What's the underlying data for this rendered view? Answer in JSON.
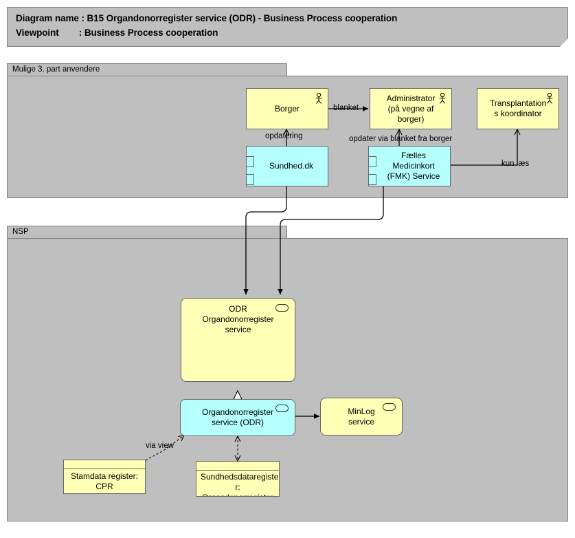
{
  "header": {
    "line1_label": "Diagram name :",
    "line1_value": "B15 Organdonorregister service (ODR) - Business Process cooperation",
    "line2_label": "Viewpoint",
    "line2_value": ": Business Process cooperation",
    "line1_full": "Diagram name : B15 Organdonorregister service (ODR) - Business Process cooperation",
    "line2_full": "Viewpoint        : Business Process cooperation"
  },
  "colors": {
    "banner_bg": "#bfbfbf",
    "group_bg": "#bfbfbf",
    "group_border": "#808080",
    "node_border": "#666666",
    "yellow": "#ffffb5",
    "cyan": "#b5ffff",
    "line": "#000000",
    "page_bg": "#ffffff"
  },
  "groups": [
    {
      "id": "third-party",
      "label": "Mulige 3. part anvendere"
    },
    {
      "id": "nsp",
      "label": "NSP"
    }
  ],
  "nodes": [
    {
      "id": "borger",
      "label": "Borger",
      "type": "business-actor",
      "fill": "yellow",
      "icon": "actor-icon"
    },
    {
      "id": "administrator",
      "label": "Administrator (på vegne af borger)",
      "type": "business-actor",
      "fill": "yellow",
      "icon": "actor-icon",
      "lines": [
        "Administrator",
        "(på vegne af",
        "borger)"
      ]
    },
    {
      "id": "transplantation-koordinator",
      "label": "Transplantations koordinator",
      "type": "business-actor",
      "fill": "yellow",
      "icon": "actor-icon",
      "lines": [
        "Transplantation",
        "s koordinator"
      ]
    },
    {
      "id": "sundhed-dk",
      "label": "Sundhed.dk",
      "type": "application-component",
      "fill": "cyan",
      "icon": "component-icon"
    },
    {
      "id": "fmk-service",
      "label": "Fælles Medicinkort (FMK) Service",
      "type": "application-component",
      "fill": "cyan",
      "icon": "component-icon",
      "lines": [
        "Fælles",
        "Medicinkort",
        "(FMK) Service"
      ]
    },
    {
      "id": "odr-service",
      "label": "ODR Organdonorregister service",
      "type": "business-service",
      "fill": "yellow",
      "icon": "service-icon",
      "lines": [
        "ODR",
        "Organdonorregister",
        "service"
      ]
    },
    {
      "id": "odr-app-service",
      "label": "Organdonorregister service (ODR)",
      "type": "application-service",
      "fill": "cyan",
      "icon": "service-icon",
      "lines": [
        "Organdonorregister",
        "service (ODR)"
      ]
    },
    {
      "id": "minlog-service",
      "label": "MinLog service",
      "type": "application-service",
      "fill": "yellow",
      "icon": "service-icon",
      "lines": [
        "MinLog",
        "service"
      ]
    },
    {
      "id": "stamdata-cpr",
      "label": "Stamdata register: CPR",
      "type": "data-object",
      "fill": "yellow",
      "icon": "none",
      "lines": [
        "Stamdata register:",
        "CPR"
      ]
    },
    {
      "id": "sundhedsdataregister-odr",
      "label": "Sundhedsdataregister: Organdonorregister",
      "type": "data-object",
      "fill": "yellow",
      "icon": "none",
      "lines": [
        "Sundhedsdataregiste",
        "r:",
        "Organdonorregister"
      ]
    }
  ],
  "edges": [
    {
      "id": "blanket",
      "from": "borger",
      "to": "administrator",
      "label": "blanket",
      "style": "solid-arrow"
    },
    {
      "id": "opdatering",
      "from": "sundhed-dk",
      "to": "borger",
      "label": "opdatering",
      "style": "solid-arrow"
    },
    {
      "id": "opdater-blanket",
      "from": "fmk-service",
      "to": "administrator",
      "label": "opdater via blanket fra borger",
      "style": "solid-arrow"
    },
    {
      "id": "kun-laes",
      "from": "fmk-service",
      "to": "transplantation-koordinator",
      "label": "kun læs",
      "style": "solid-arrow"
    },
    {
      "id": "sundhed-to-odr",
      "from": "sundhed-dk",
      "to": "odr-service",
      "label": "",
      "style": "solid-arrow"
    },
    {
      "id": "fmk-to-odr",
      "from": "fmk-service",
      "to": "odr-service",
      "label": "",
      "style": "solid-arrow"
    },
    {
      "id": "realization-odr",
      "from": "odr-app-service",
      "to": "odr-service",
      "label": "",
      "style": "dashed-hollow-triangle"
    },
    {
      "id": "odr-to-minlog",
      "from": "odr-app-service",
      "to": "minlog-service",
      "label": "",
      "style": "solid-arrow"
    },
    {
      "id": "via-view",
      "from": "stamdata-cpr",
      "to": "odr-app-service",
      "label": "via view",
      "style": "dashed-arrow"
    },
    {
      "id": "odr-data-access",
      "from": "sundhedsdataregister-odr",
      "to": "odr-app-service",
      "label": "",
      "style": "dashed-bidirectional"
    }
  ]
}
